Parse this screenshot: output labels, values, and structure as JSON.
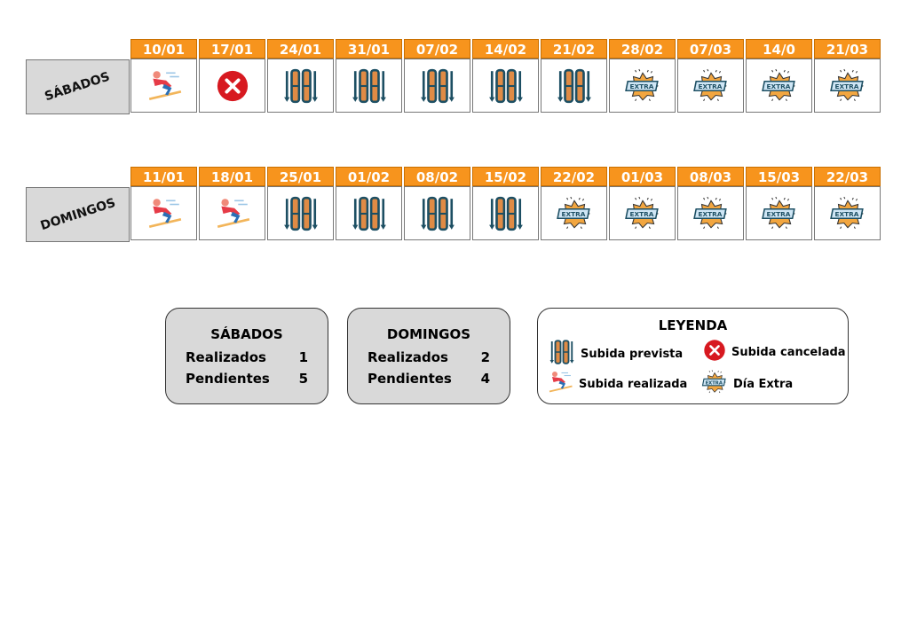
{
  "saturdays": {
    "label": "SÁBADOS",
    "dates": [
      "10/01",
      "17/01",
      "24/01",
      "31/01",
      "07/02",
      "14/02",
      "21/02",
      "28/02",
      "07/03",
      "14/0",
      "21/03"
    ],
    "status": [
      "realizada",
      "cancelada",
      "prevista",
      "prevista",
      "prevista",
      "prevista",
      "prevista",
      "extra",
      "extra",
      "extra",
      "extra"
    ]
  },
  "sundays": {
    "label": "DOMINGOS",
    "dates": [
      "11/01",
      "18/01",
      "25/01",
      "01/02",
      "08/02",
      "15/02",
      "22/02",
      "01/03",
      "08/03",
      "15/03",
      "22/03"
    ],
    "status": [
      "realizada",
      "realizada",
      "prevista",
      "prevista",
      "prevista",
      "prevista",
      "extra",
      "extra",
      "extra",
      "extra",
      "extra"
    ]
  },
  "summary": [
    {
      "title": "SÁBADOS",
      "done_label": "Realizados",
      "done": "1",
      "pending_label": "Pendientes",
      "pending": "5"
    },
    {
      "title": "DOMINGOS",
      "done_label": "Realizados",
      "done": "2",
      "pending_label": "Pendientes",
      "pending": "4"
    }
  ],
  "legend": {
    "title": "LEYENDA",
    "prevista": "Subida prevista",
    "cancelada": "Subida cancelada",
    "realizada": "Subida realizada",
    "extra": "Día Extra"
  },
  "colors": {
    "header": "#f7941d",
    "label_bg": "#d9d9d9"
  }
}
